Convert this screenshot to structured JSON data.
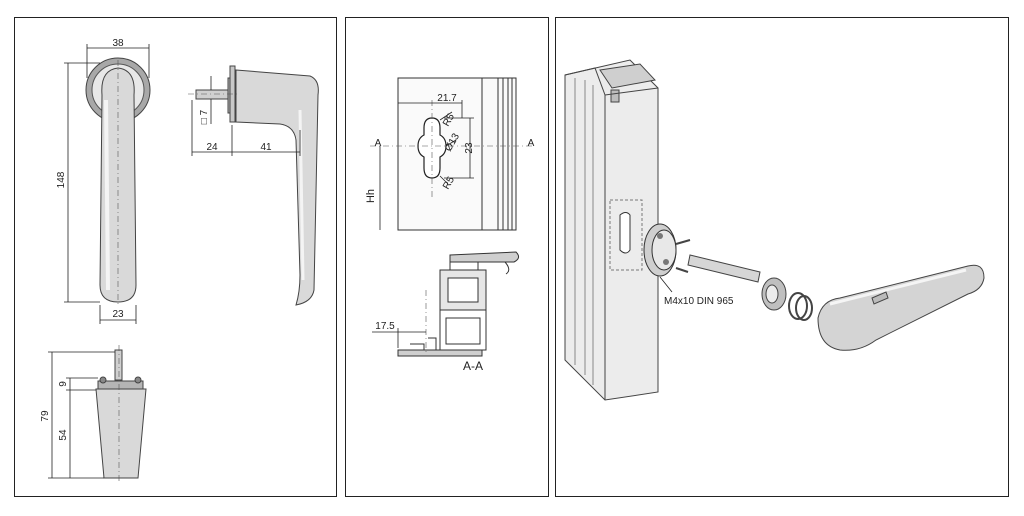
{
  "panel1": {
    "front": {
      "width_label": "38",
      "height_label": "148",
      "bottom_label": "23"
    },
    "side": {
      "square_label": "□ 7",
      "left_label": "24",
      "right_label": "41"
    },
    "rosette": {
      "top_label": "9",
      "total_label": "79",
      "body_label": "54"
    }
  },
  "panel2": {
    "top": {
      "offset_label": "21.7",
      "r_top": "R5",
      "dia": "Ø13",
      "r_bottom": "R5",
      "slot_label": "23",
      "hh_label": "Hh",
      "cut_left": "A",
      "cut_right": "A"
    },
    "profile": {
      "depth_label": "17.5",
      "section_label": "A-A"
    }
  },
  "panel3": {
    "screw_label": "M4x10 DIN 965"
  }
}
